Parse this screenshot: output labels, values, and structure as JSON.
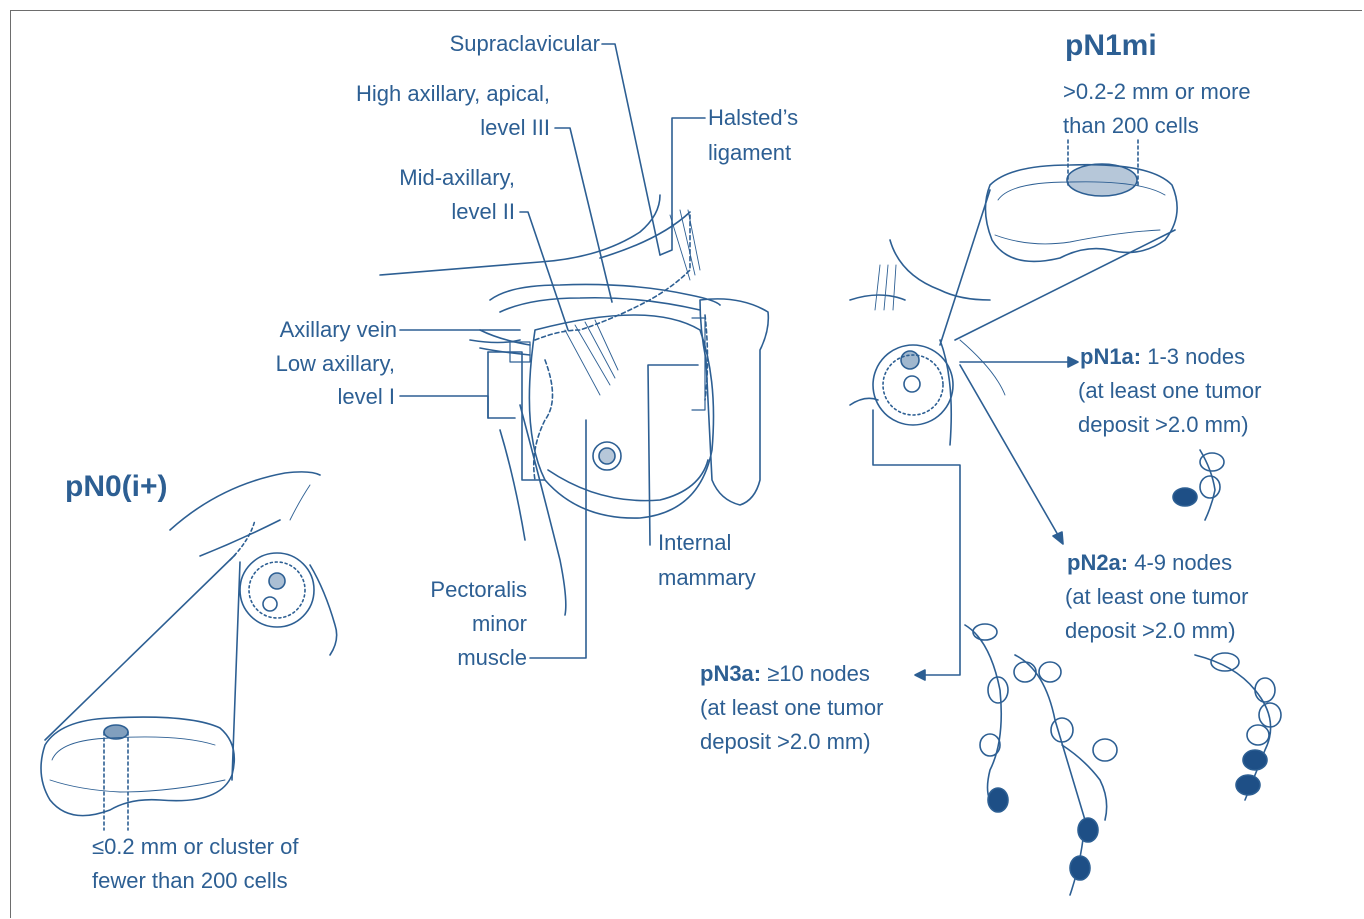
{
  "colors": {
    "ink": "#2d5f93",
    "node_fill": "#1e4f86",
    "frame": "#6d6d6d"
  },
  "anatomy": {
    "supraclavicular": "Supraclavicular",
    "high_axillary_1": "High axillary, apical,",
    "high_axillary_2": "level III",
    "halsted_1": "Halsted’s",
    "halsted_2": "ligament",
    "mid_axillary_1": "Mid-axillary,",
    "mid_axillary_2": "level II",
    "axillary_vein": "Axillary vein",
    "low_axillary_1": "Low axillary,",
    "low_axillary_2": "level I",
    "internal_mammary_1": "Internal",
    "internal_mammary_2": "mammary",
    "pectoralis_1": "Pectoralis",
    "pectoralis_2": "minor",
    "pectoralis_3": "muscle"
  },
  "pn0": {
    "title": "pN0(i+)",
    "desc_1": "≤0.2 mm or cluster of",
    "desc_2": "fewer than 200 cells"
  },
  "pn1mi": {
    "title": "pN1mi",
    "desc_1": ">0.2-2 mm or more",
    "desc_2": "than 200 cells"
  },
  "pn1a": {
    "code": "pN1a:",
    "nodes": " 1-3 nodes",
    "desc_1": "(at least one tumor",
    "desc_2": "deposit >2.0 mm)"
  },
  "pn2a": {
    "code": "pN2a:",
    "nodes": " 4-9 nodes",
    "desc_1": "(at least one tumor",
    "desc_2": "deposit >2.0 mm)"
  },
  "pn3a": {
    "code": "pN3a:",
    "nodes": " ≥10 nodes",
    "desc_1": "(at least one tumor",
    "desc_2": "deposit >2.0 mm)"
  }
}
